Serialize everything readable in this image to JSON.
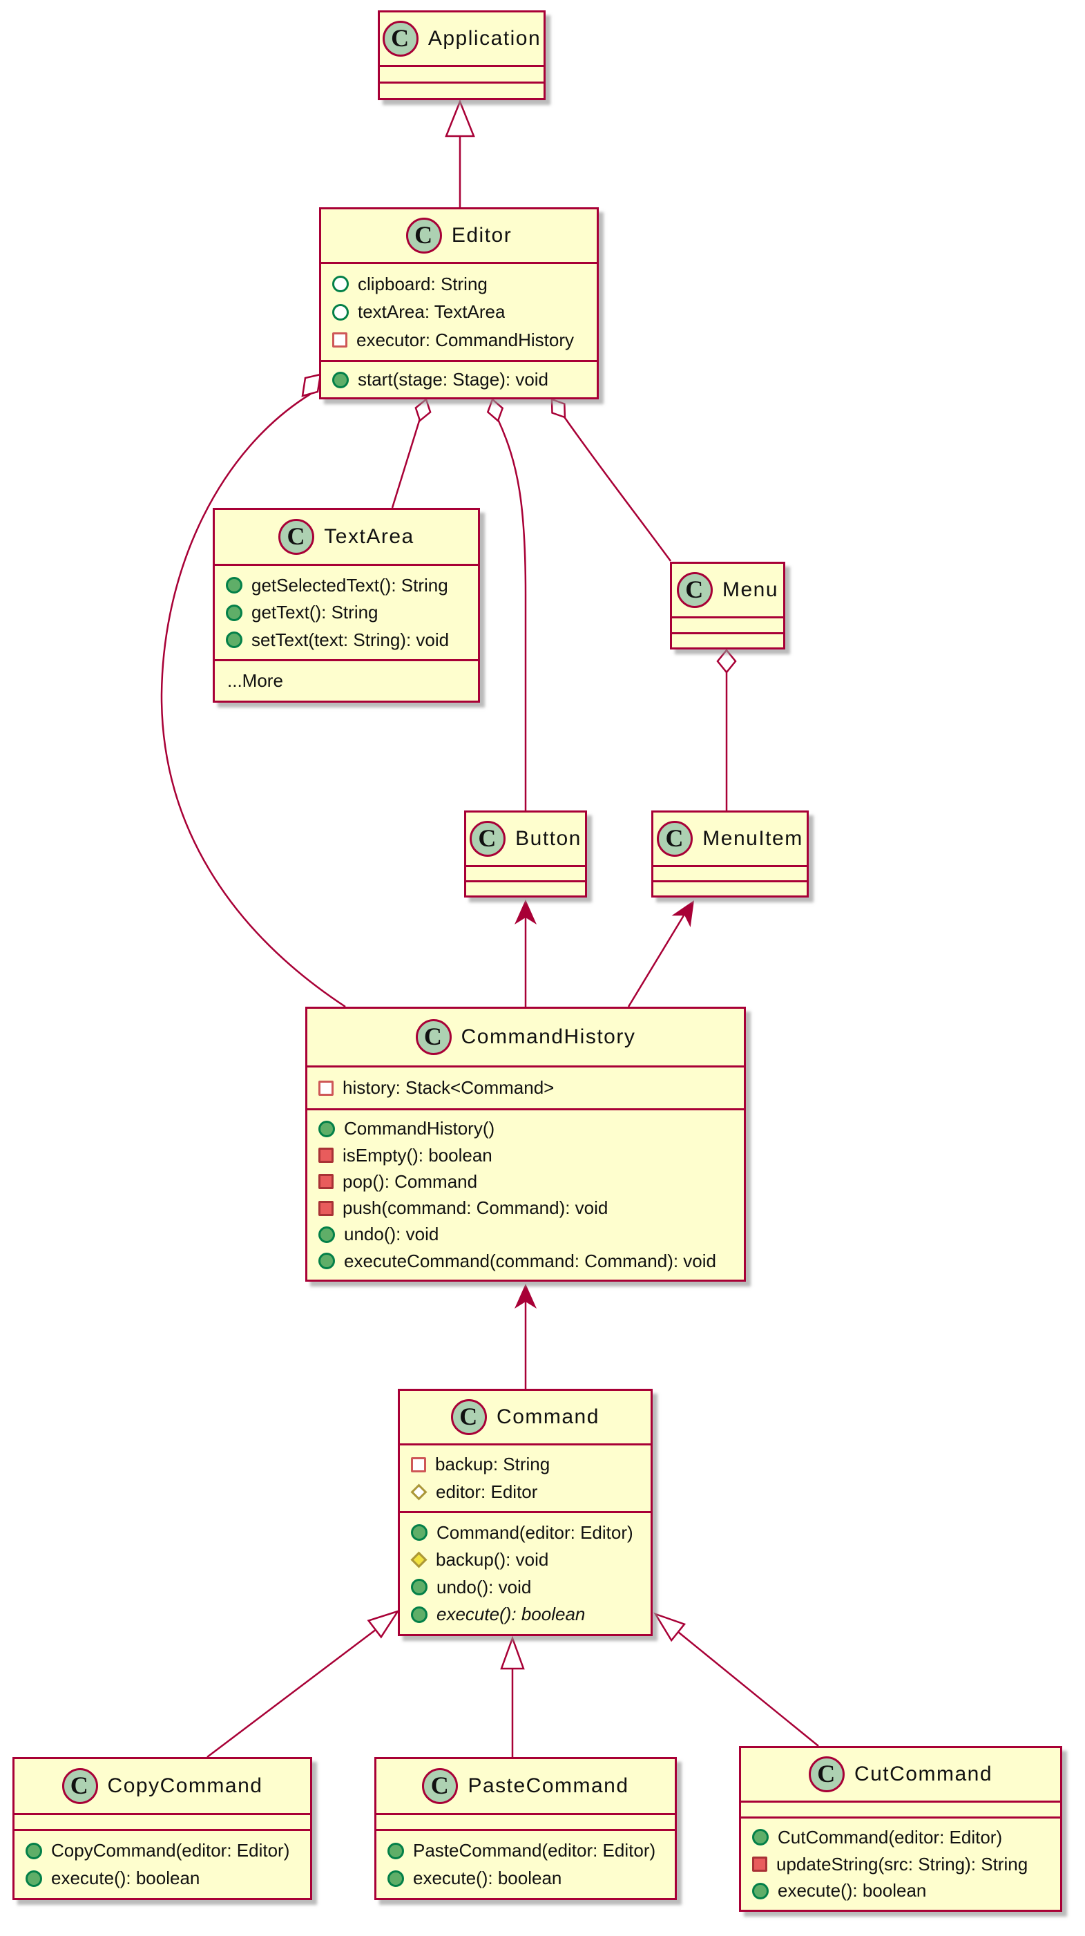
{
  "diagram_title": "Command pattern text editor UML class diagram",
  "colors": {
    "background": "#FFFFFF",
    "box_fill": "#FEFECE",
    "border_crimson": "#A80036",
    "badge_green": "#ADD1B2",
    "public_green": "#038048",
    "private_red": "#A83236",
    "protected_yellow": "#AB9738"
  },
  "classes": {
    "application": {
      "badge": "C",
      "name": "Application",
      "fields": [],
      "methods": []
    },
    "editor": {
      "badge": "C",
      "name": "Editor",
      "fields": [
        {
          "icon": "public-field-icon",
          "text": "clipboard: String"
        },
        {
          "icon": "public-field-icon",
          "text": "textArea: TextArea"
        },
        {
          "icon": "private-field-icon",
          "text": "executor: CommandHistory"
        }
      ],
      "methods": [
        {
          "icon": "public-method-icon",
          "text": "start(stage: Stage): void"
        }
      ]
    },
    "textarea": {
      "badge": "C",
      "name": "TextArea",
      "methods": [
        {
          "icon": "public-method-icon",
          "text": "getSelectedText(): String"
        },
        {
          "icon": "public-method-icon",
          "text": "getText(): String"
        },
        {
          "icon": "public-method-icon",
          "text": "setText(text: String): void"
        }
      ],
      "more": "...More"
    },
    "menu": {
      "badge": "C",
      "name": "Menu",
      "fields": [],
      "methods": []
    },
    "button": {
      "badge": "C",
      "name": "Button",
      "fields": [],
      "methods": []
    },
    "menuitem": {
      "badge": "C",
      "name": "MenuItem",
      "fields": [],
      "methods": []
    },
    "commandhistory": {
      "badge": "C",
      "name": "CommandHistory",
      "fields": [
        {
          "icon": "private-field-icon",
          "text": "history: Stack<Command>"
        }
      ],
      "methods": [
        {
          "icon": "public-method-icon",
          "text": "CommandHistory()"
        },
        {
          "icon": "private-method-icon",
          "text": "isEmpty(): boolean"
        },
        {
          "icon": "private-method-icon",
          "text": "pop(): Command"
        },
        {
          "icon": "private-method-icon",
          "text": "push(command: Command): void"
        },
        {
          "icon": "public-method-icon",
          "text": "undo(): void"
        },
        {
          "icon": "public-method-icon",
          "text": "executeCommand(command: Command): void"
        }
      ]
    },
    "command": {
      "badge": "C",
      "name": "Command",
      "fields": [
        {
          "icon": "private-field-icon",
          "text": "backup: String"
        },
        {
          "icon": "protected-field-icon",
          "text": "editor: Editor"
        }
      ],
      "methods": [
        {
          "icon": "public-method-icon",
          "text": "Command(editor: Editor)"
        },
        {
          "icon": "protected-method-icon",
          "text": "backup(): void"
        },
        {
          "icon": "public-method-icon",
          "text": "undo(): void"
        },
        {
          "icon": "public-method-icon",
          "text": "execute(): boolean",
          "italic": true
        }
      ]
    },
    "copycommand": {
      "badge": "C",
      "name": "CopyCommand",
      "methods": [
        {
          "icon": "public-method-icon",
          "text": "CopyCommand(editor: Editor)"
        },
        {
          "icon": "public-method-icon",
          "text": "execute(): boolean"
        }
      ]
    },
    "pastecommand": {
      "badge": "C",
      "name": "PasteCommand",
      "methods": [
        {
          "icon": "public-method-icon",
          "text": "PasteCommand(editor: Editor)"
        },
        {
          "icon": "public-method-icon",
          "text": "execute(): boolean"
        }
      ]
    },
    "cutcommand": {
      "badge": "C",
      "name": "CutCommand",
      "methods": [
        {
          "icon": "public-method-icon",
          "text": "CutCommand(editor: Editor)"
        },
        {
          "icon": "private-method-icon",
          "text": "updateString(src: String): String"
        },
        {
          "icon": "public-method-icon",
          "text": "execute(): boolean"
        }
      ]
    }
  },
  "relationships": [
    {
      "from": "Editor",
      "to": "Application",
      "type": "generalization"
    },
    {
      "from": "Editor",
      "to": "TextArea",
      "type": "aggregation"
    },
    {
      "from": "Editor",
      "to": "Button",
      "type": "aggregation"
    },
    {
      "from": "Editor",
      "to": "Menu",
      "type": "aggregation"
    },
    {
      "from": "Editor",
      "to": "CommandHistory",
      "type": "aggregation"
    },
    {
      "from": "Menu",
      "to": "MenuItem",
      "type": "aggregation"
    },
    {
      "from": "CommandHistory",
      "to": "Button",
      "type": "directed-association"
    },
    {
      "from": "CommandHistory",
      "to": "MenuItem",
      "type": "directed-association"
    },
    {
      "from": "Command",
      "to": "CommandHistory",
      "type": "directed-association"
    },
    {
      "from": "CopyCommand",
      "to": "Command",
      "type": "generalization"
    },
    {
      "from": "PasteCommand",
      "to": "Command",
      "type": "generalization"
    },
    {
      "from": "CutCommand",
      "to": "Command",
      "type": "generalization"
    }
  ]
}
